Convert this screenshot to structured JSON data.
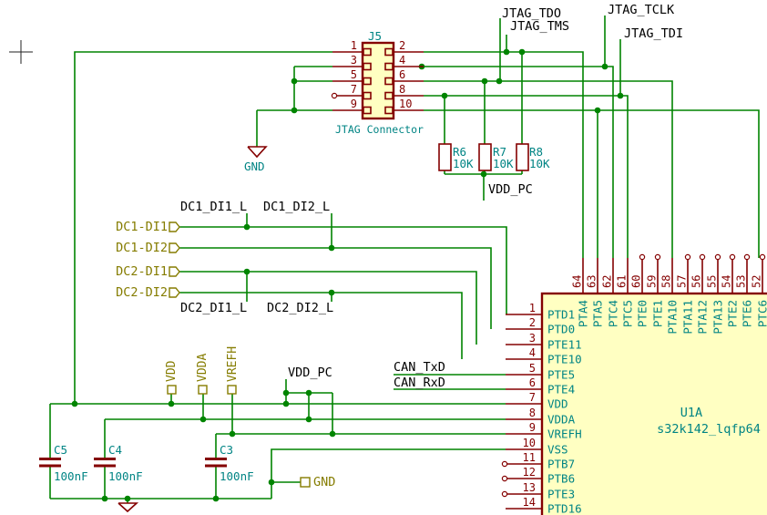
{
  "jtag_signals": {
    "tdo": "JTAG_TDO",
    "tms": "JTAG_TMS",
    "tclk": "JTAG_TCLK",
    "tdi": "JTAG_TDI"
  },
  "connector_j5": {
    "ref": "J5",
    "name": "JTAG Connector",
    "left_pin_numbers": [
      "1",
      "3",
      "5",
      "7",
      "9"
    ],
    "right_pin_numbers": [
      "2",
      "4",
      "6",
      "8",
      "10"
    ]
  },
  "pullup_resistors": [
    {
      "ref": "R6",
      "value": "10K"
    },
    {
      "ref": "R7",
      "value": "10K"
    },
    {
      "ref": "R8",
      "value": "10K"
    }
  ],
  "decoupling_caps": [
    {
      "ref": "C5",
      "value": "100nF"
    },
    {
      "ref": "C4",
      "value": "100nF"
    },
    {
      "ref": "C3",
      "value": "100nF"
    }
  ],
  "power": {
    "gnd": "GND",
    "vdd": "VDD",
    "vdda": "VDDA",
    "vrefh": "VREFH",
    "vdd_pc": "VDD_PC"
  },
  "hier_inputs": [
    {
      "label": "DC1-DI1"
    },
    {
      "label": "DC1-DI2"
    },
    {
      "label": "DC2-DI1"
    },
    {
      "label": "DC2-DI2"
    }
  ],
  "net_labels": {
    "dc1_di1_l": "DC1_DI1_L",
    "dc1_di2_l": "DC1_DI2_L",
    "dc2_di1_l": "DC2_DI1_L",
    "dc2_di2_l": "DC2_DI2_L",
    "can_txd": "CAN_TxD",
    "can_rxd": "CAN_RxD"
  },
  "mcu": {
    "ref": "U1A",
    "value": "s32k142_lqfp64",
    "left_pins": [
      {
        "num": "1",
        "name": "PTD1"
      },
      {
        "num": "2",
        "name": "PTD0"
      },
      {
        "num": "3",
        "name": "PTE11"
      },
      {
        "num": "4",
        "name": "PTE10"
      },
      {
        "num": "5",
        "name": "PTE5"
      },
      {
        "num": "6",
        "name": "PTE4"
      },
      {
        "num": "7",
        "name": "VDD"
      },
      {
        "num": "8",
        "name": "VDDA"
      },
      {
        "num": "9",
        "name": "VREFH"
      },
      {
        "num": "10",
        "name": "VSS"
      },
      {
        "num": "11",
        "name": "PTB7"
      },
      {
        "num": "12",
        "name": "PTB6"
      },
      {
        "num": "13",
        "name": "PTE3"
      },
      {
        "num": "14",
        "name": "PTD16"
      }
    ],
    "top_pins": [
      {
        "num": "64",
        "name": "PTA4"
      },
      {
        "num": "63",
        "name": "PTA5"
      },
      {
        "num": "62",
        "name": "PTC4"
      },
      {
        "num": "61",
        "name": "PTC5"
      },
      {
        "num": "60",
        "name": "PTE0"
      },
      {
        "num": "59",
        "name": "PTE1"
      },
      {
        "num": "58",
        "name": "PTA10"
      },
      {
        "num": "57",
        "name": "PTA11"
      },
      {
        "num": "56",
        "name": "PTA12"
      },
      {
        "num": "55",
        "name": "PTA13"
      },
      {
        "num": "54",
        "name": "PTE2"
      },
      {
        "num": "53",
        "name": "PTE6"
      },
      {
        "num": "52",
        "name": "PTC6"
      }
    ],
    "left_unconnected": [
      "11",
      "12",
      "13"
    ],
    "top_connected": [
      "64",
      "63",
      "62",
      "61",
      "58"
    ]
  },
  "colors": {
    "wire_green": "#008400",
    "component_red": "#840000",
    "body_fill": "#FFFFC2",
    "text_teal": "#008484",
    "label_olive": "#857C00",
    "net_text": "#000000"
  }
}
